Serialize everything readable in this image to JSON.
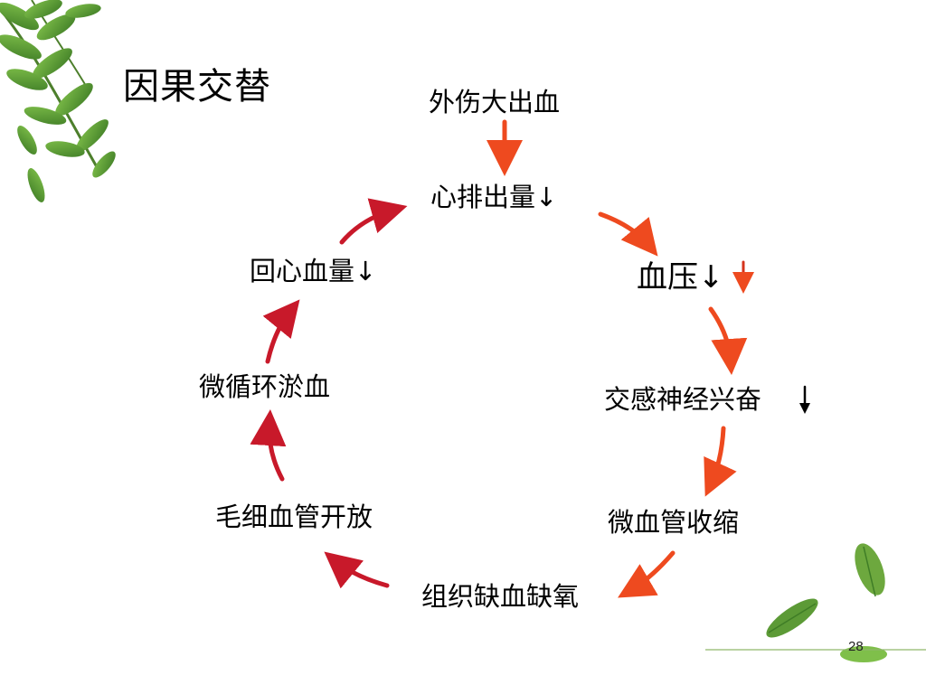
{
  "slide": {
    "title": "因果交替",
    "page_number": "28"
  },
  "diagram": {
    "top_cause": "外伤大出血",
    "nodes": {
      "cardiac_output": "心排出量↓",
      "blood_pressure": "血压↓",
      "blood_pressure_extra_arrow": "↓",
      "sympathetic": "交感神经兴奋",
      "sympathetic_arrow": "↓",
      "microvessel_constriction": "微血管收缩",
      "tissue_hypoxia": "组织缺血缺氧",
      "capillary_open": "毛细血管开放",
      "microcirculation_stasis": "微循环淤血",
      "venous_return": "回心血量↓"
    }
  },
  "colors": {
    "arrow_orange": "#ee4a1f",
    "arrow_dark_red": "#c8192a",
    "leaf_green": "#5c9a36",
    "footer_line": "#8fb76a"
  },
  "decorations": [
    "leaf-cluster-top-left",
    "leaf-pair-bottom-right"
  ]
}
